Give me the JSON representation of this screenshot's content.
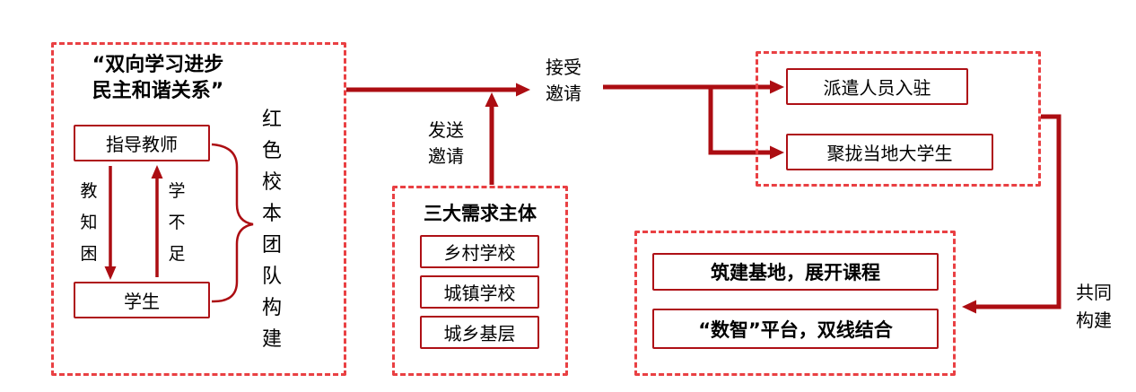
{
  "colors": {
    "arrow_color": "#ac0d12",
    "dashed_border_color": "#e94043",
    "solid_border_color": "#ae1016",
    "text_color": "#000000"
  },
  "left_box": {
    "title": "“双向学习进步\n民主和谐关系”",
    "teacher": "指导教师",
    "student": "学生",
    "down_arrow_label": "教知困",
    "up_arrow_label": "学不足",
    "side_label": "红色校本团队构建"
  },
  "middle_box": {
    "title": "三大需求主体",
    "items": [
      "乡村学校",
      "城镇学校",
      "城乡基层"
    ]
  },
  "labels": {
    "send": "发送\n邀请",
    "accept": "接受\n邀请",
    "joint": "共同\n构建"
  },
  "top_right_box": {
    "item1": "派遣人员入驻",
    "item2": "聚拢当地大学生"
  },
  "bottom_right_box": {
    "item1": "筑建基地，展开课程",
    "item2": "“数智”平台，双线结合"
  }
}
